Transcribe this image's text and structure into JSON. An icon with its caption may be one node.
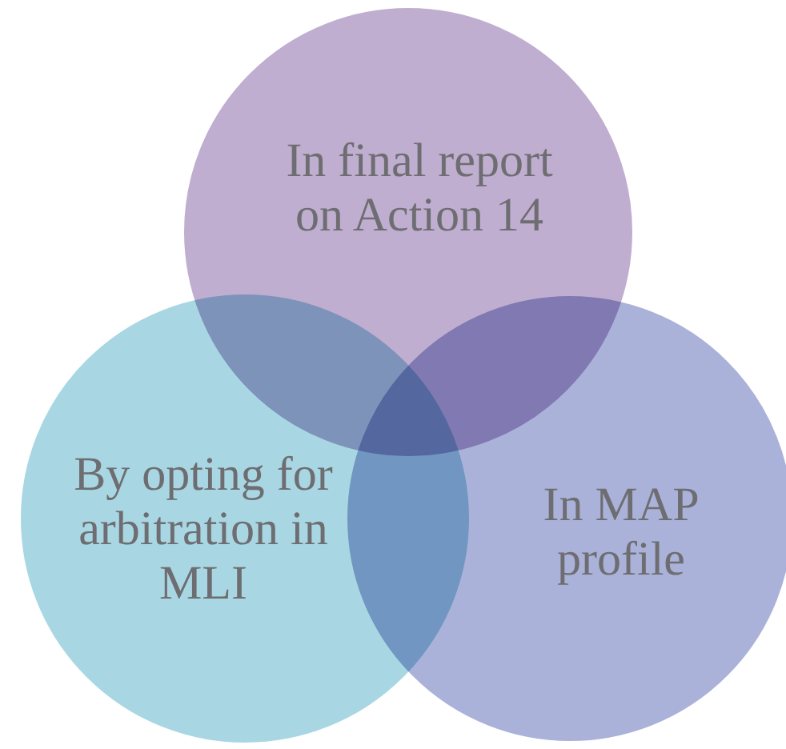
{
  "diagram": {
    "nodes": [
      {
        "text": [
          "In final report on Action 14"
        ]
      },
      {
        "text": [
          "By opting for arbitration in MLI"
        ]
      },
      {
        "text": [
          "In MAP profile"
        ]
      }
    ]
  }
}
